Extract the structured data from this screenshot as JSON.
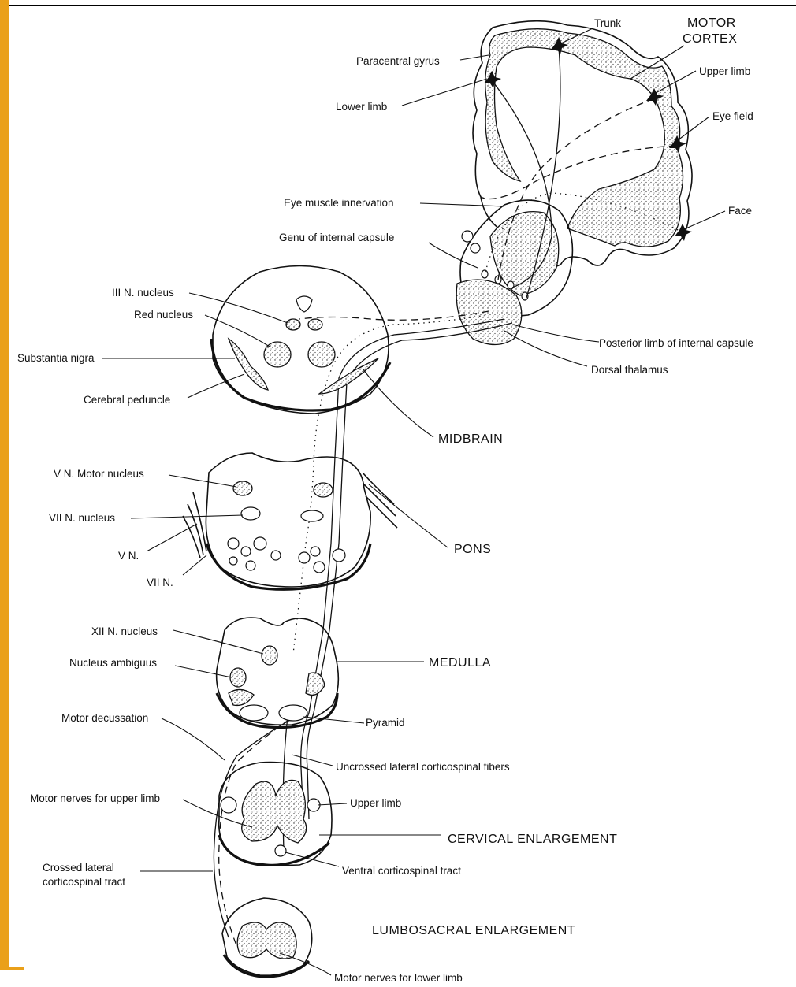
{
  "labels": {
    "trunk": "Trunk",
    "motor_cortex_line1": "MOTOR",
    "motor_cortex_line2": "CORTEX",
    "paracentral_gyrus": "Paracentral gyrus",
    "upper_limb_cortex": "Upper limb",
    "lower_limb": "Lower limb",
    "eye_field": "Eye field",
    "eye_muscle_innervation": "Eye muscle innervation",
    "face": "Face",
    "genu_internal_capsule": "Genu of internal capsule",
    "iii_nucleus": "III N. nucleus",
    "red_nucleus": "Red nucleus",
    "posterior_limb": "Posterior limb of internal capsule",
    "substantia_nigra": "Substantia nigra",
    "dorsal_thalamus": "Dorsal thalamus",
    "cerebral_peduncle": "Cerebral peduncle",
    "midbrain": "MIDBRAIN",
    "v_motor_nucleus": "V N. Motor nucleus",
    "vii_nucleus": "VII N. nucleus",
    "pons": "PONS",
    "v_n": "V N.",
    "vii_n": "VII N.",
    "xii_nucleus": "XII N. nucleus",
    "nucleus_ambiguus": "Nucleus ambiguus",
    "medulla": "MEDULLA",
    "motor_decussation": "Motor decussation",
    "pyramid": "Pyramid",
    "uncrossed_lateral": "Uncrossed lateral corticospinal fibers",
    "motor_nerves_upper": "Motor nerves for upper limb",
    "upper_limb_cord": "Upper limb",
    "cervical_enlargement": "CERVICAL ENLARGEMENT",
    "crossed_lateral_line1": "Crossed lateral",
    "crossed_lateral_line2": "corticospinal tract",
    "ventral_corticospinal": "Ventral corticospinal tract",
    "lumbosacral_enlargement": "LUMBOSACRAL ENLARGEMENT",
    "motor_nerves_lower": "Motor nerves for lower limb"
  },
  "colors": {
    "ink": "#111111",
    "paper": "#ffffff",
    "rail_accent": "#eaa019",
    "frame_top": "#000000"
  }
}
